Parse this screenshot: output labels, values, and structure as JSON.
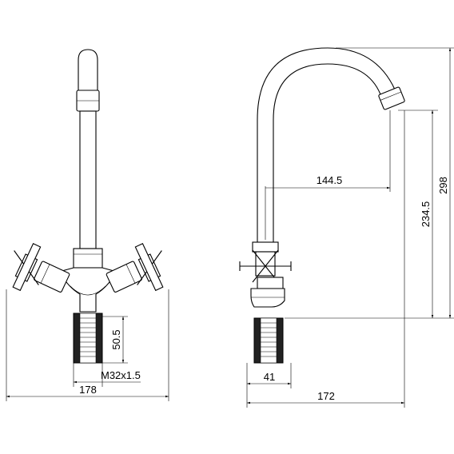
{
  "front_view": {
    "overall_width": "178",
    "thread_length": "50.5",
    "thread_spec": "M32x1.5"
  },
  "side_view": {
    "spout_reach": "144.5",
    "spout_height": "234.5",
    "total_height": "298",
    "base_width": "41",
    "total_depth": "172"
  }
}
